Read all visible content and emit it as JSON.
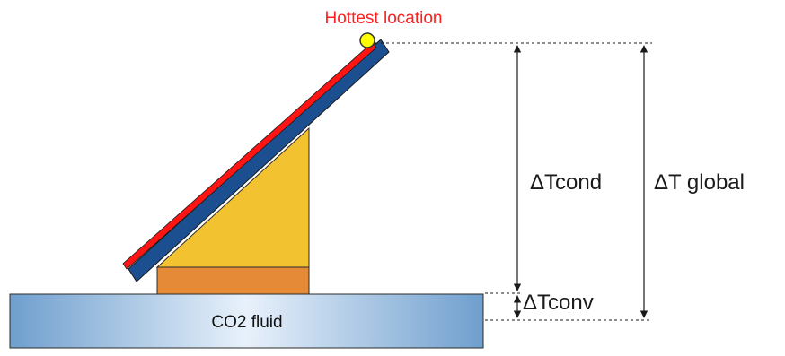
{
  "labels": {
    "hottest_location": "Hottest location",
    "delta_t_cond": "ΔTcond",
    "delta_t_global": "ΔT global",
    "delta_t_conv": "ΔTconv",
    "fluid": "CO2 fluid"
  },
  "colors": {
    "fin_blue": "#1b4f8f",
    "fin_red": "#ff1414",
    "support_yellow": "#f2c230",
    "base_orange": "#e58a36",
    "fluid_light": "#e8f1fb",
    "fluid_dark": "#6f9fce",
    "hotspot_yellow": "#ffff00"
  }
}
